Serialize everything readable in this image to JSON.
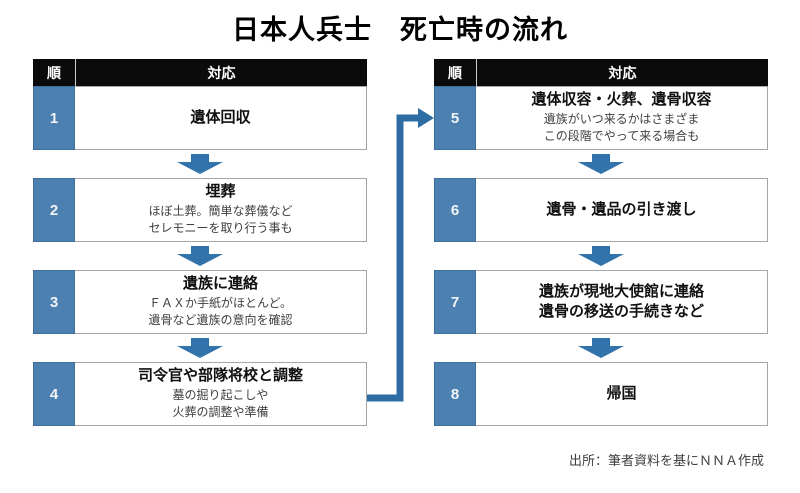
{
  "title": "日本人兵士　死亡時の流れ",
  "headers": {
    "order": "順",
    "action": "対応"
  },
  "left_table": {
    "rows": [
      {
        "num": "1",
        "title": "遺体回収"
      },
      {
        "num": "2",
        "title": "埋葬",
        "sub1": "ほぼ土葬。簡単な葬儀など",
        "sub2": "セレモニーを取り行う事も"
      },
      {
        "num": "3",
        "title": "遺族に連絡",
        "sub1": "ＦＡＸか手紙がほとんど。",
        "sub2": "遺骨など遺族の意向を確認"
      },
      {
        "num": "4",
        "title": "司令官や部隊将校と調整",
        "sub1": "墓の掘り起こしや",
        "sub2": "火葬の調整や準備"
      }
    ]
  },
  "right_table": {
    "rows": [
      {
        "num": "5",
        "title": "遺体収容・火葬、遺骨収容",
        "sub1": "遺族がいつ来るかはさまざま",
        "sub2": "この段階でやって来る場合も"
      },
      {
        "num": "6",
        "title": "遺骨・遺品の引き渡し"
      },
      {
        "num": "7",
        "title": "遺族が現地大使館に連絡",
        "title2": "遺骨の移送の手続きなど"
      },
      {
        "num": "8",
        "title": "帰国"
      }
    ]
  },
  "source_note": "出所：筆者資料を基にＮＮＡ作成",
  "icons": {
    "down_arrow": "down-arrow-icon",
    "elbow_connector": "elbow-connector-arrow-icon"
  },
  "colors": {
    "step_number_blue": "#4c80b0",
    "arrow_blue": "#3273ac",
    "connector_blue": "#2e6da4",
    "header_black": "#0b0b0b",
    "box_border_gray": "#a6a6a6"
  }
}
